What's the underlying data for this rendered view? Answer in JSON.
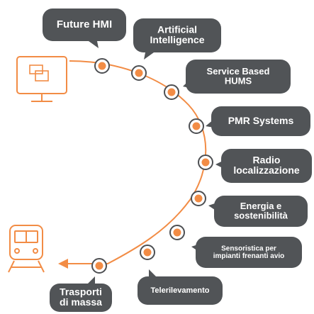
{
  "colors": {
    "accent": "#F28C45",
    "bubble": "#515457",
    "ring_inner": "#4D4F52",
    "text": "#FFFFFF"
  },
  "icons": {
    "start": "monitor-icon",
    "end": "train-icon"
  },
  "bubbles": {
    "future_hmi": [
      "Future HMI"
    ],
    "artificial_intelligence": [
      "Artificial",
      "Intelligence"
    ],
    "service_based_hums": [
      "Service Based",
      "HUMS"
    ],
    "pmr_systems": [
      "PMR Systems"
    ],
    "radio_localizzazione": [
      "Radio",
      "localizzazione"
    ],
    "energia": [
      "Energia e",
      "sostenibilità"
    ],
    "sensoristica": [
      "Sensoristica per",
      "impianti frenanti avio"
    ],
    "telerilevamento": [
      "Telerilevamento"
    ],
    "trasporti": [
      "Trasporti",
      "di massa"
    ]
  }
}
